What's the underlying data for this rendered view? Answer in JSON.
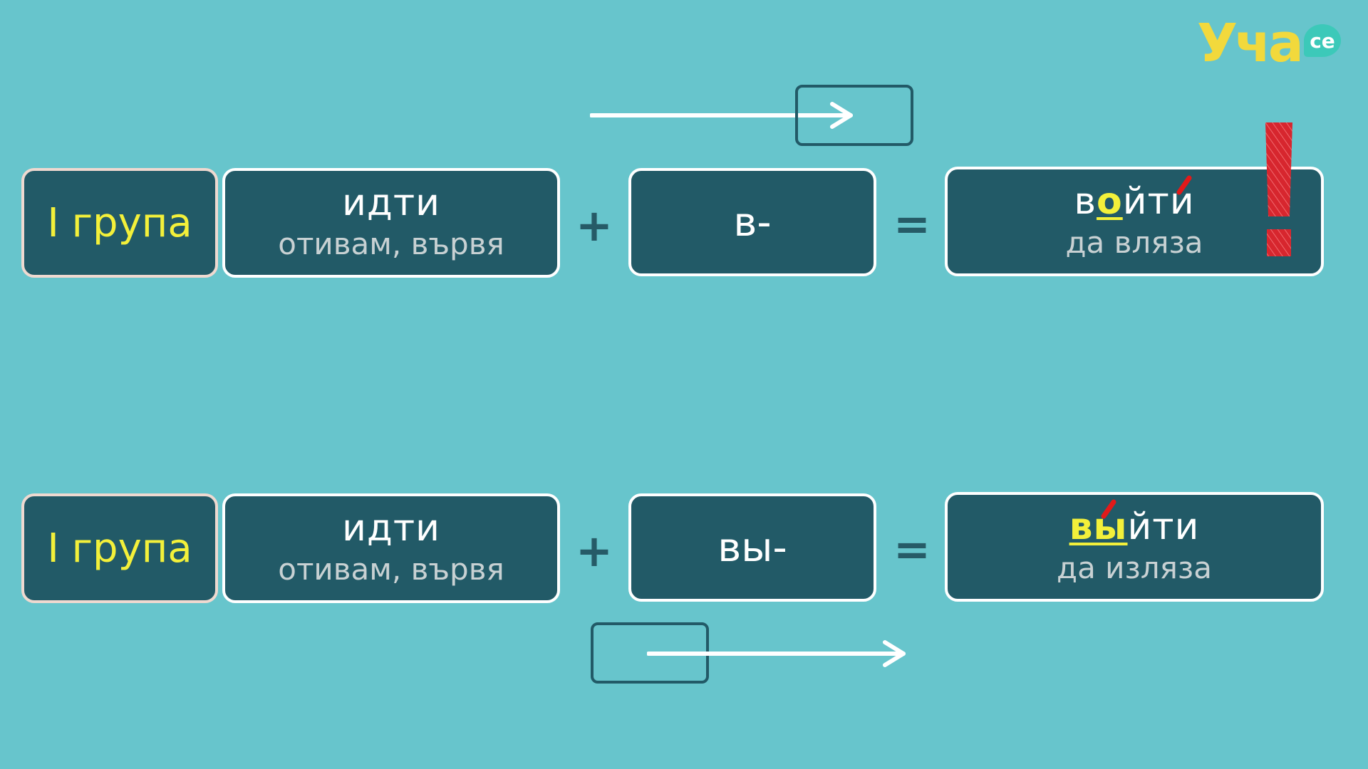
{
  "logo": {
    "main_text": "Уча",
    "badge_text": "се",
    "main_color": "#f2d93c",
    "badge_color": "#3cc9b9"
  },
  "rows": [
    {
      "group_label": "I група",
      "verb": "идти",
      "verb_translation": "отивам, вървя",
      "plus_sign": "+",
      "prefix": "в-",
      "equals_sign": "=",
      "result_highlight_before": "в",
      "result_highlight": "о",
      "result_after": "йти",
      "result_translation": "да вляза",
      "stress_mark_color": "#e21a1a",
      "exclamation_icon": "exclamation-icon",
      "arrow_icon": "right-arrow-icon"
    },
    {
      "group_label": "I група",
      "verb": "идти",
      "verb_translation": "отивам, вървя",
      "plus_sign": "+",
      "prefix": "вы-",
      "equals_sign": "=",
      "result_highlight_before": "",
      "result_highlight": "вы",
      "result_after": "йти",
      "result_translation": "да изляза",
      "stress_mark_color": "#e21a1a",
      "arrow_icon": "right-arrow-icon"
    }
  ],
  "colors": {
    "background": "#67c5cc",
    "box_fill": "#225a67",
    "highlight": "#f3f03a",
    "muted_text": "#c8d1d3"
  }
}
